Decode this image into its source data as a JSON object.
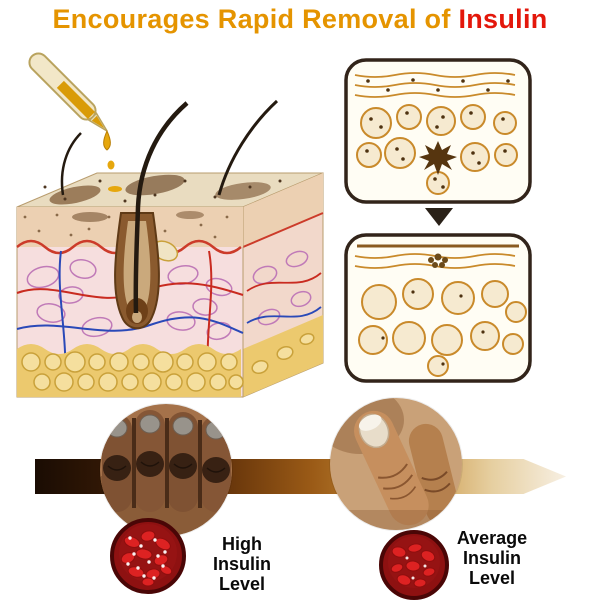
{
  "title": {
    "prefix": "Encourages Rapid Removal of ",
    "highlight": "Insulin"
  },
  "colors": {
    "title_gold": "#E59400",
    "title_red": "#E3170B",
    "panel_outline": "#32241a",
    "cell_gold": "#c98a2b",
    "arrow_gradient_dark": "#1a0c03",
    "arrow_gradient_light": "#f7efe2",
    "blood_cell_red": "#dd2222",
    "blood_circle_dark": "#8e1111",
    "serum_amber": "#d99b08"
  },
  "icons": {
    "dropper": "serum-dropper-icon",
    "down_arrow": "down-arrow-icon",
    "blood_cells": "blood-cells-icon"
  },
  "comparison": {
    "left": {
      "lines": [
        "High",
        "Insulin",
        "Level"
      ]
    },
    "right": {
      "lines": [
        "Average",
        "Insulin",
        "Level"
      ]
    }
  }
}
